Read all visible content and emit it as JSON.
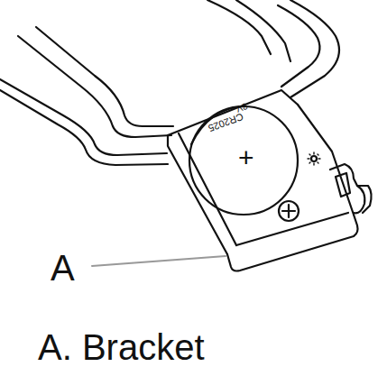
{
  "diagram": {
    "labels": [
      "CR2025",
      "3V",
      "+",
      "A",
      "A. Bracket"
    ]
  }
}
